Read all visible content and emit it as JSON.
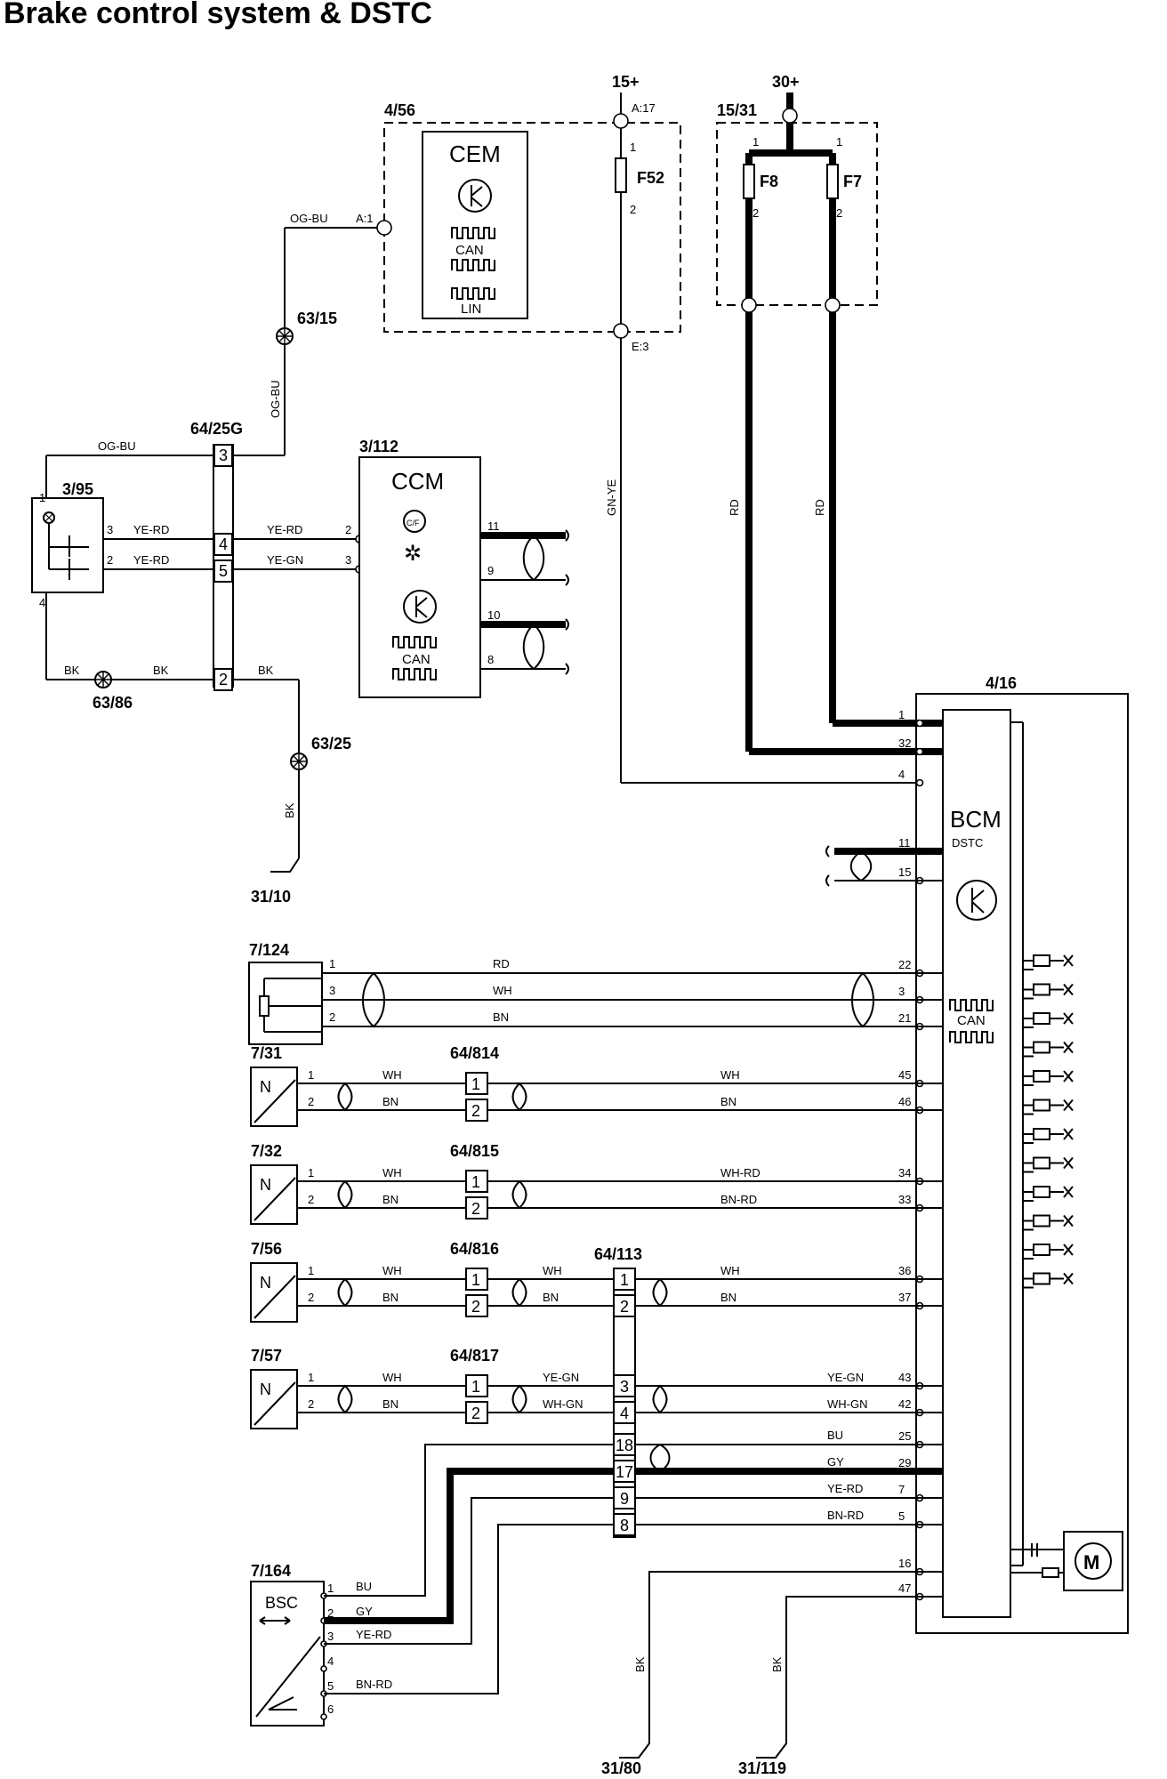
{
  "title": "Brake control system & DSTC",
  "supply": {
    "ign": "15+",
    "bat": "30+"
  },
  "components": {
    "cem": {
      "ref": "4/56",
      "name": "CEM",
      "can": "CAN",
      "lin": "LIN",
      "pin_a1": "A:1",
      "pin_a17": "A:17",
      "pin_e3": "E:3"
    },
    "fusebox": {
      "ref": "15/31",
      "f8": "F8",
      "f7": "F7"
    },
    "fuse52": "F52",
    "ccm": {
      "ref": "3/112",
      "name": "CCM",
      "cf": "C/F",
      "can": "CAN"
    },
    "sw": "3/95",
    "conn_64_25g": "64/25G",
    "bcm": {
      "ref": "4/16",
      "name": "BCM",
      "sub": "DSTC",
      "can": "CAN"
    },
    "s7_124": "7/124",
    "s7_31": "7/31",
    "s7_32": "7/32",
    "s7_56": "7/56",
    "s7_57": "7/57",
    "s7_164": {
      "ref": "7/164",
      "name": "BSC"
    },
    "c814": "64/814",
    "c815": "64/815",
    "c816": "64/816",
    "c817": "64/817",
    "c113": "64/113",
    "splice_63_15": "63/15",
    "splice_63_86": "63/86",
    "splice_63_25": "63/25",
    "gnd_31_10": "31/10",
    "gnd_31_80": "31/80",
    "gnd_31_119": "31/119",
    "sensor_n": "N"
  },
  "wire_colors": {
    "og_bu": "OG-BU",
    "gn_ye": "GN-YE",
    "rd": "RD",
    "ye_rd": "YE-RD",
    "ye_gn": "YE-GN",
    "bk": "BK",
    "wh": "WH",
    "bn": "BN",
    "wh_rd": "WH-RD",
    "bn_rd": "BN-RD",
    "wh_gn": "WH-GN",
    "bu": "BU",
    "gy": "GY"
  },
  "pins": {
    "p1": "1",
    "p2": "2",
    "p3": "3",
    "p4": "4",
    "p5": "5",
    "p6": "6",
    "p7": "7",
    "p8": "8",
    "p9": "9",
    "p10": "10",
    "p11": "11",
    "p15": "15",
    "p16": "16",
    "p17": "17",
    "p18": "18",
    "p21": "21",
    "p22": "22",
    "p25": "25",
    "p29": "29",
    "p32": "32",
    "p33": "33",
    "p34": "34",
    "p36": "36",
    "p37": "37",
    "p42": "42",
    "p43": "43",
    "p45": "45",
    "p46": "46",
    "p47": "47"
  }
}
